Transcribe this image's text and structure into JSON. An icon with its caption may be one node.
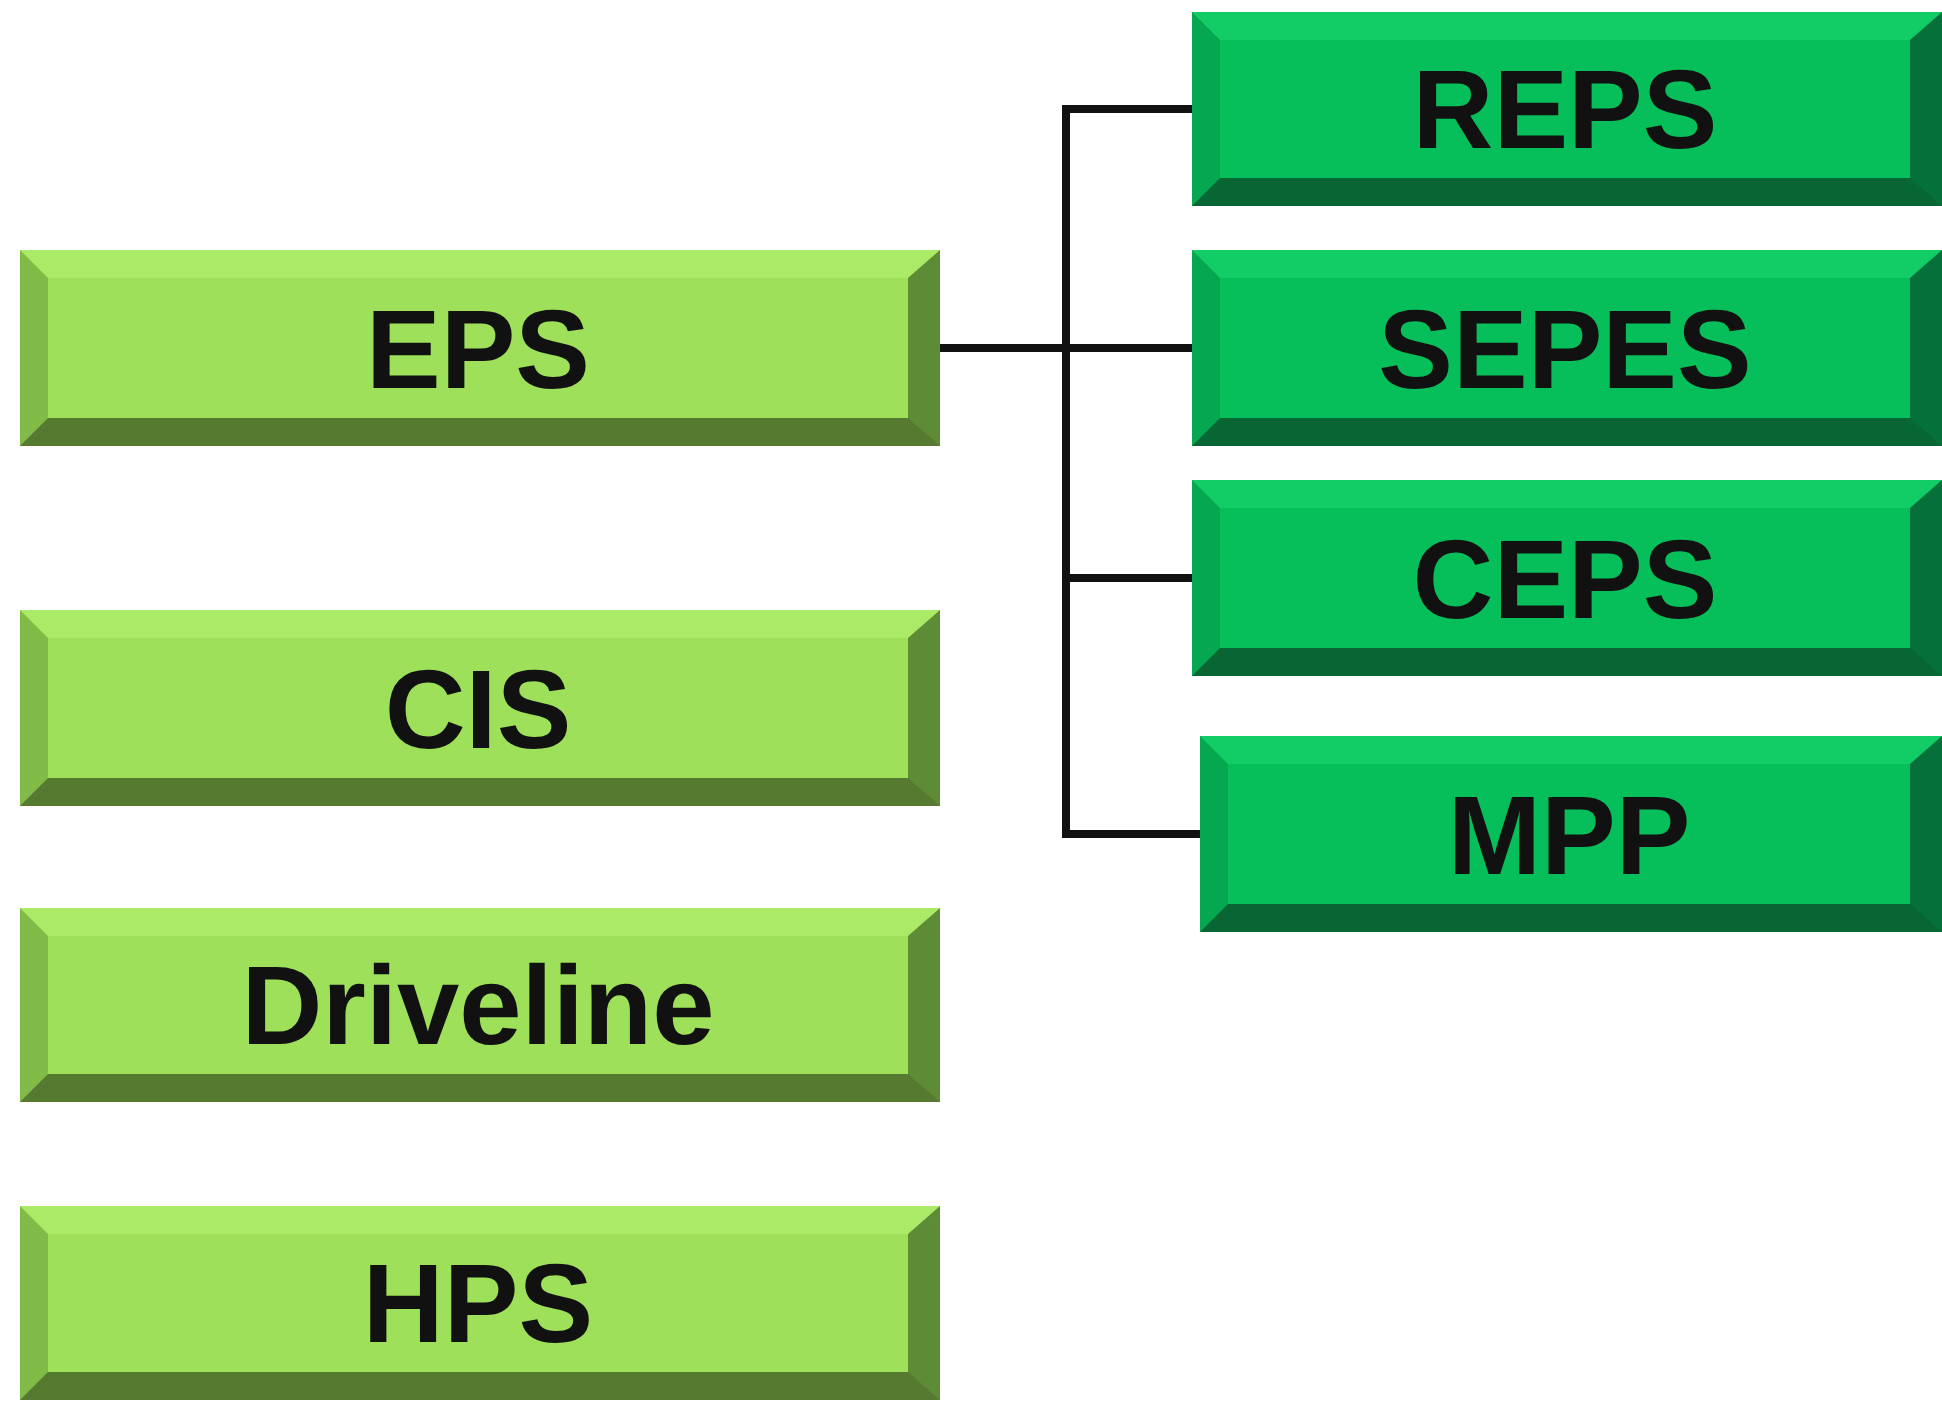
{
  "diagram": {
    "nodes": [
      {
        "text": [
          "EPS"
        ]
      },
      {
        "text": [
          "CIS"
        ]
      },
      {
        "text": [
          "Driveline"
        ]
      },
      {
        "text": [
          "HPS"
        ]
      },
      {
        "text": [
          "REPS"
        ]
      },
      {
        "text": [
          "SEPES"
        ]
      },
      {
        "text": [
          "CEPS"
        ]
      },
      {
        "text": [
          "MPP"
        ]
      }
    ],
    "edges": [
      {
        "from": 0,
        "to": 4,
        "arrow": "none"
      },
      {
        "from": 0,
        "to": 5,
        "arrow": "none"
      },
      {
        "from": 0,
        "to": 6,
        "arrow": "none"
      },
      {
        "from": 0,
        "to": 7,
        "arrow": "none"
      }
    ]
  }
}
